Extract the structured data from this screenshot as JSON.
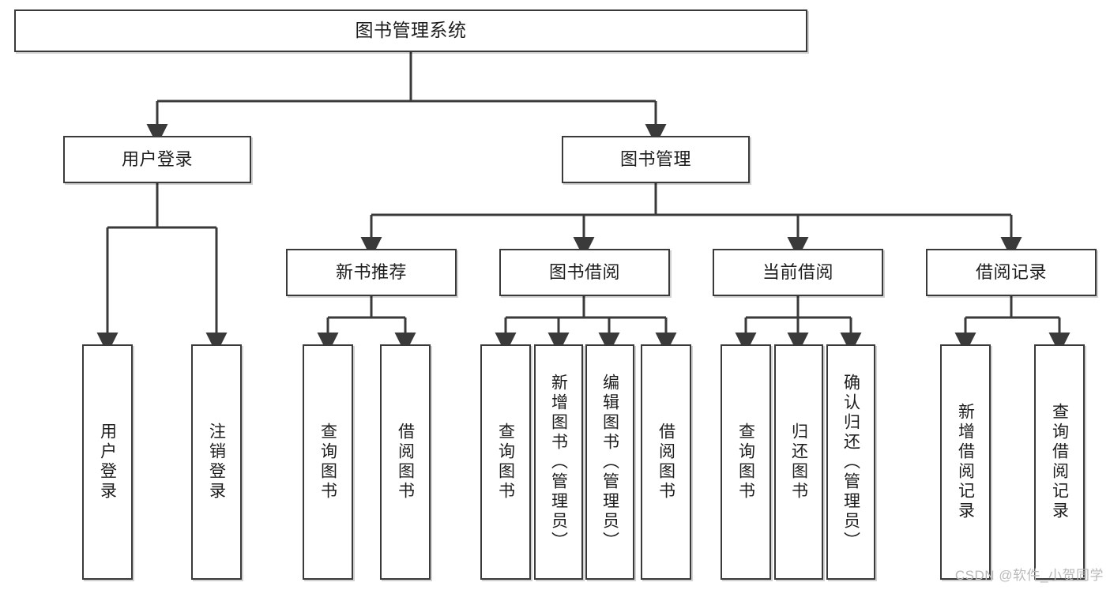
{
  "diagram": {
    "title": "图书管理系统",
    "type": "tree",
    "watermark": "CSDN @软件_小贺同学",
    "colors": {
      "box_border": "#3a3a3a",
      "box_fill": "#ffffff",
      "edge": "#3a3a3a",
      "text": "#1d1d1d",
      "watermark": "#b9b9b9"
    },
    "nodes": {
      "root": {
        "label": "图书管理系统"
      },
      "level2": [
        {
          "label": "用户登录"
        },
        {
          "label": "图书管理"
        }
      ],
      "level3": [
        {
          "label": "新书推荐"
        },
        {
          "label": "图书借阅"
        },
        {
          "label": "当前借阅"
        },
        {
          "label": "借阅记录"
        }
      ],
      "leaves": {
        "user_login": [
          {
            "label": "用户登录"
          },
          {
            "label": "注销登录"
          }
        ],
        "new_book_recommend": [
          {
            "label": "查询图书"
          },
          {
            "label": "借阅图书"
          }
        ],
        "book_borrow": [
          {
            "label": "查询图书"
          },
          {
            "label": "新增图书（管理员）"
          },
          {
            "label": "编辑图书（管理员）"
          },
          {
            "label": "借阅图书"
          }
        ],
        "current_borrow": [
          {
            "label": "查询图书"
          },
          {
            "label": "归还图书"
          },
          {
            "label": "确认归还（管理员）"
          }
        ],
        "borrow_record": [
          {
            "label": "新增借阅记录"
          },
          {
            "label": "查询借阅记录"
          }
        ]
      }
    }
  }
}
